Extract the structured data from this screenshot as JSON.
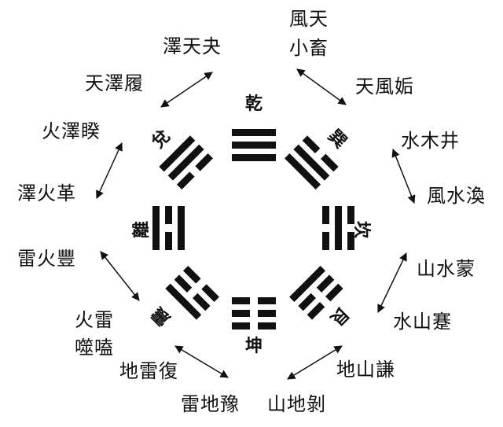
{
  "trigrams": {
    "qian": "乾",
    "dui": "兌",
    "xun": "巽",
    "li": "離",
    "kan": "坎",
    "zhen": "震",
    "gen": "艮",
    "kun": "坤"
  },
  "hexagrams": {
    "ze_tian_guai": "澤天夬",
    "tian_ze_lu": "天澤履",
    "feng_tian_line1": "風天",
    "feng_tian_line2": "小畜",
    "tian_feng_gou": "天風姤",
    "huo_ze_kui": "火澤睽",
    "ze_huo_ge": "澤火革",
    "shui_mu_jing": "水木井",
    "feng_shui_huan": "風水渙",
    "lei_huo_feng": "雷火豐",
    "huo_lei_line1": "火雷",
    "huo_lei_line2": "噬嗑",
    "shan_shui_meng": "山水蒙",
    "shui_shan_jian": "水山蹇",
    "di_lei_fu": "地雷復",
    "lei_di_yu": "雷地豫",
    "di_shan_qian": "地山謙",
    "shan_di_bo": "山地剝"
  }
}
